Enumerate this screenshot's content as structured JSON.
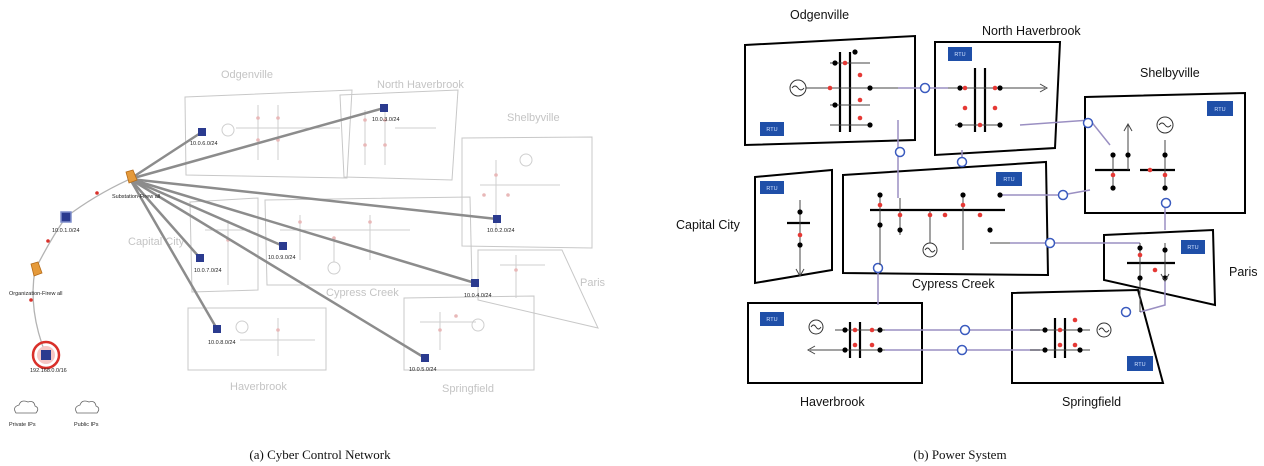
{
  "left_panel": {
    "caption": "(a) Cyber Control Network",
    "regions": [
      "Odgenville",
      "North Haverbrook",
      "Shelbyville",
      "Capital City",
      "Cypress Creek",
      "Paris",
      "Haverbrook",
      "Springfield"
    ],
    "firewalls": {
      "substation": "Substation-Firew all",
      "organization": "Organization-Firew all"
    },
    "subnets": [
      "10.0.6.0/24",
      "10.0.3.0/24",
      "10.0.2.0/24",
      "10.0.7.0/24",
      "10.0.9.0/24",
      "10.0.4.0/24",
      "10.0.8.0/24",
      "10.0.5.0/24",
      "10.0.1.0/24",
      "192.168.0.0/16"
    ],
    "legend": [
      "Private IPs",
      "Public IPs"
    ],
    "colors": {
      "firewall": "#e59a3a",
      "node": "#2b3b8f",
      "link": "#8c8c8c",
      "highlight": "#d9302a"
    }
  },
  "right_panel": {
    "caption": "(b) Power System",
    "regions": [
      "Odgenville",
      "North Haverbrook",
      "Shelbyville",
      "Capital City",
      "Cypress Creek",
      "Paris",
      "Haverbrook",
      "Springfield"
    ],
    "rtu_label": "RTU",
    "colors": {
      "rtu": "#1f4fa8",
      "breaker": "#e53935",
      "bus": "#000000",
      "link": "#9a8fc2"
    }
  }
}
